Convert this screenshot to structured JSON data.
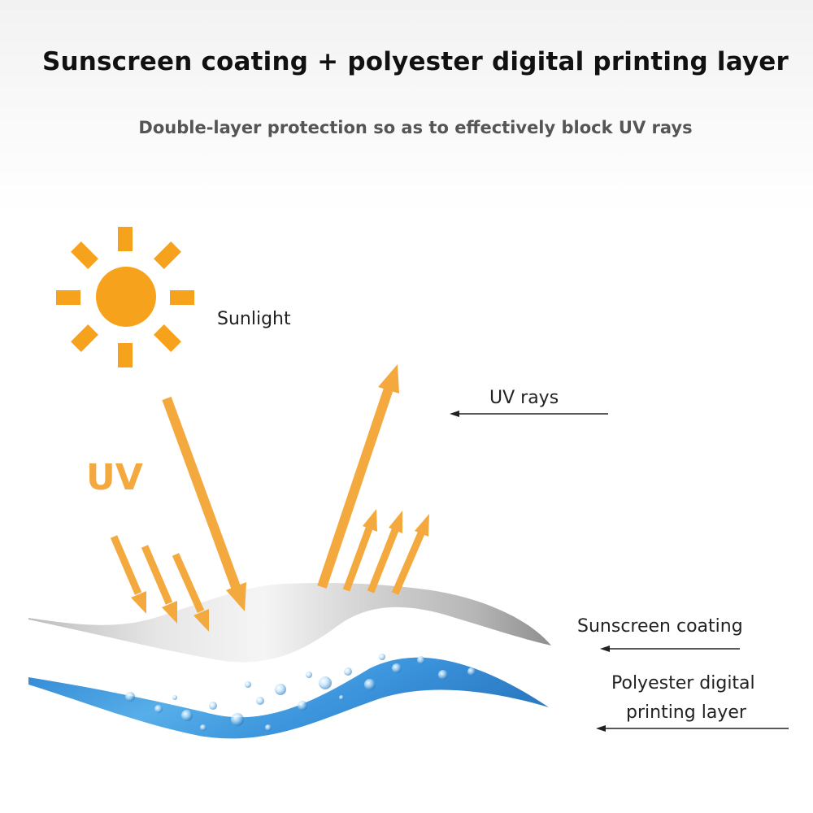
{
  "title": "Sunscreen coating + polyester digital printing layer",
  "subtitle": "Double-layer protection so as to effectively block UV rays",
  "labels": {
    "sunlight": "Sunlight",
    "uv_rays": "UV rays",
    "uv": "UV",
    "sunscreen_coating": "Sunscreen coating",
    "polyester_line1": "Polyester digital",
    "polyester_line2": "printing layer"
  },
  "colors": {
    "accent": "#f4a93e",
    "sun": "#f7a21c",
    "fabric_blue": "#3a8fd6",
    "coating_silver": "#c9c9c9"
  }
}
